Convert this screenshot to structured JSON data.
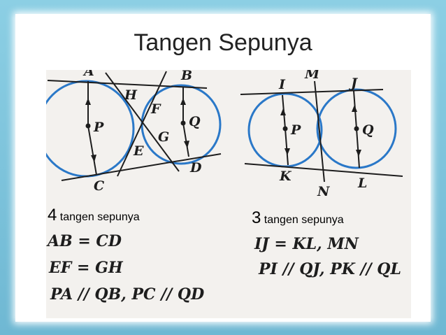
{
  "title": "Tangen Sepunya",
  "colors": {
    "circle": "#2a78c8",
    "frame": "#7fc4dc",
    "ink": "#1d1d1d"
  },
  "left_figure": {
    "points": {
      "A": "A",
      "B": "B",
      "C": "C",
      "D": "D",
      "E": "E",
      "F": "F",
      "G": "G",
      "H": "H",
      "P": "P",
      "Q": "Q"
    },
    "count": "4",
    "caption": " tangen sepunya",
    "eq1": "AB = CD",
    "eq2": "EF = GH",
    "eq3": "PA // QB, PC // QD"
  },
  "right_figure": {
    "points": {
      "I": "I",
      "J": "J",
      "K": "K",
      "L": "L",
      "M": "M",
      "N": "N",
      "P": "P",
      "Q": "Q"
    },
    "count": "3",
    "caption": " tangen sepunya",
    "eq1": "IJ = KL, MN",
    "eq2": "PI // QJ, PK // QL"
  }
}
